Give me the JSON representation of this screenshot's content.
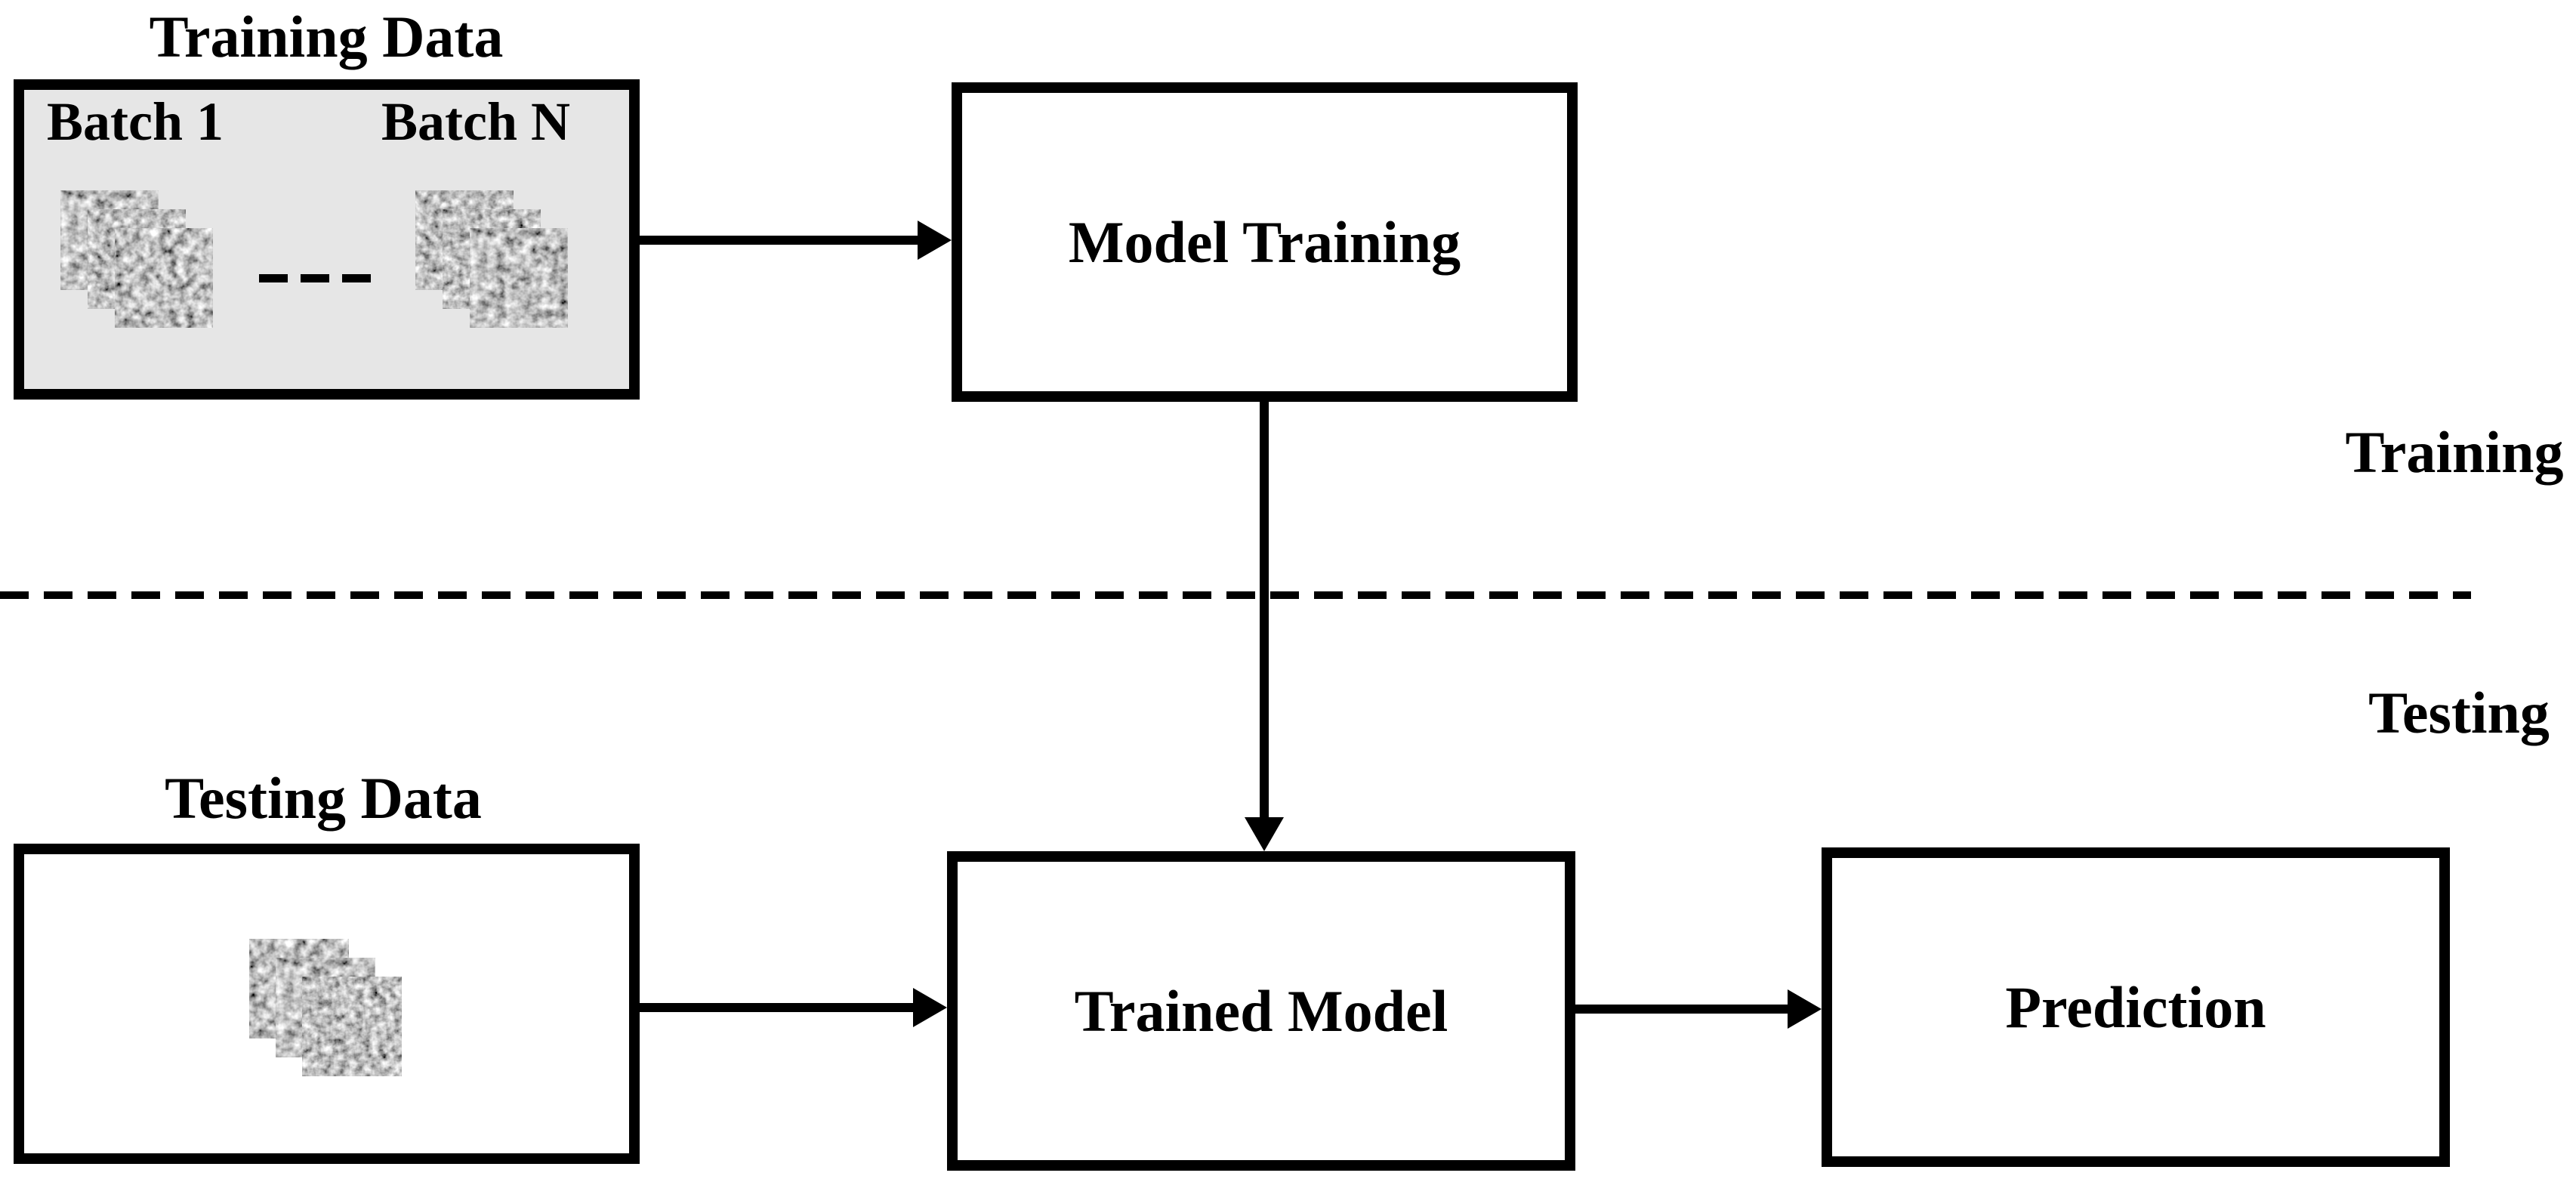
{
  "diagram": {
    "training_section": {
      "data_title": "Training Data",
      "batch_first": "Batch 1",
      "batch_last": "Batch N",
      "model_training": "Model Training",
      "section_label": "Training"
    },
    "testing_section": {
      "data_title": "Testing Data",
      "trained_model": "Trained Model",
      "prediction": "Prediction",
      "section_label": "Testing"
    },
    "colors": {
      "line": "#000000",
      "training_data_fill": "#e6e6e6",
      "box_fill": "#ffffff"
    }
  }
}
